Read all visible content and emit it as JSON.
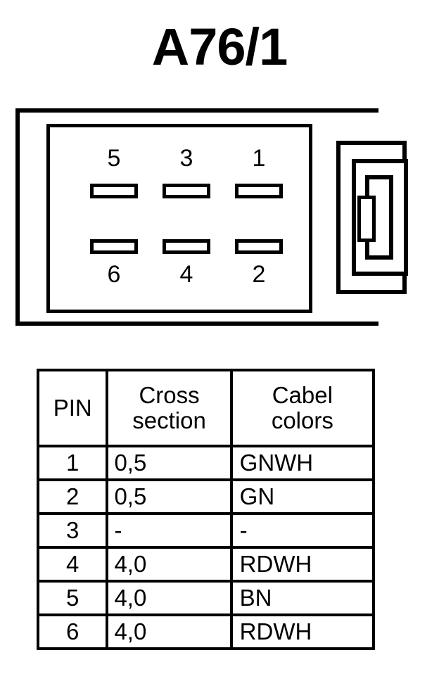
{
  "title": "A76/1",
  "diagram": {
    "name": "connector-pinout-front-view",
    "pins_top_row": [
      {
        "label": "5"
      },
      {
        "label": "3"
      },
      {
        "label": "1"
      }
    ],
    "pins_bottom_row": [
      {
        "label": "6"
      },
      {
        "label": "4"
      },
      {
        "label": "2"
      }
    ],
    "line_color": "#000000",
    "background_color": "#ffffff"
  },
  "table": {
    "headers": {
      "pin": "PIN",
      "cross_section_line1": "Cross",
      "cross_section_line2": "section",
      "cabel_colors_line1": "Cabel",
      "cabel_colors_line2": "colors"
    },
    "rows": [
      {
        "pin": "1",
        "cross_section": "0,5",
        "cabel_colors": "GNWH"
      },
      {
        "pin": "2",
        "cross_section": "0,5",
        "cabel_colors": "GN"
      },
      {
        "pin": "3",
        "cross_section": "-",
        "cabel_colors": "-"
      },
      {
        "pin": "4",
        "cross_section": "4,0",
        "cabel_colors": "RDWH"
      },
      {
        "pin": "5",
        "cross_section": "4,0",
        "cabel_colors": "BN"
      },
      {
        "pin": "6",
        "cross_section": "4,0",
        "cabel_colors": "RDWH"
      }
    ]
  }
}
